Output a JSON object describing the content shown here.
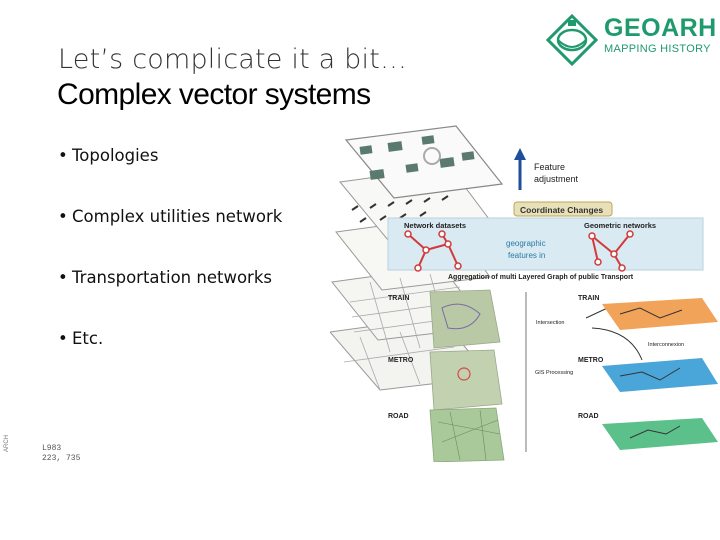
{
  "slide": {
    "subtitle": "Let’s complicate it a bit…",
    "title": "Complex vector systems",
    "bullets": [
      "Topologies",
      "Complex utilities network",
      "Transportation networks",
      "Etc."
    ],
    "bullet_char": "•"
  },
  "logo": {
    "name": "GEOARH",
    "tagline": "MAPPING HISTORY",
    "brand_color": "#1f9a6e"
  },
  "figure": {
    "feature_adjustment": [
      "Feature",
      "adjustment"
    ],
    "coordinate_changes": "Coordinate Changes",
    "network_datasets": "Network datasets",
    "geometric_networks": "Geometric networks",
    "geographic_features": [
      "geographic",
      "features in"
    ],
    "aggregation_caption": "Aggregation of multi Layered Graph of public Transport",
    "layers_left": [
      "TRAIN",
      "METRO",
      "ROAD"
    ],
    "layers_right": [
      "TRAIN",
      "METRO",
      "ROAD"
    ],
    "intersection": "Intersection",
    "interconnexion": "Interconnexion",
    "gis_processing": "GIS Processing"
  },
  "footer_marks": {
    "code_line1": "L983",
    "code_line2": "223, 735",
    "vertical_text": "ARCH"
  }
}
